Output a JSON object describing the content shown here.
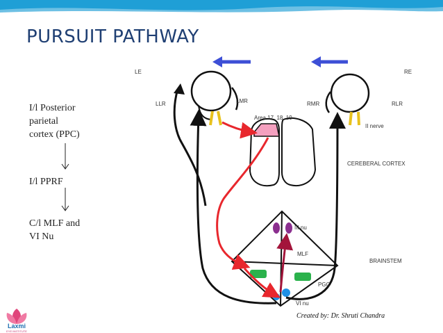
{
  "slide": {
    "title": "PURSUIT PATHWAY",
    "accent_color": "#1f9fd6",
    "title_color": "#1f3f73"
  },
  "flowchart": {
    "steps": [
      "I/l Posterior\nparietal\ncortex (PPC)",
      "I/l PPRF",
      "C/l MLF and\nVI Nu"
    ]
  },
  "diagram": {
    "labels": {
      "le": "LE",
      "re": "RE",
      "llr": "LLR",
      "lmr": "LMR",
      "rmr": "RMR",
      "rlr": "RLR",
      "area": "Area 17, 18, 19",
      "ii_nerve": "II nerve",
      "cortex": "CEREBERAL CORTEX",
      "iii_nu": "III nu",
      "mlf": "MLF",
      "brainstem": "BRAINSTEM",
      "pgc": "PGC",
      "vi_nu": "VI nu"
    },
    "colors": {
      "pathway_red": "#e8272d",
      "area_pink": "#f4a0bf",
      "motion_arrow_blue": "#3d4fd6",
      "nucleus_purple": "#8b2f8f",
      "pgc_green": "#2bb24c",
      "vi_blue": "#1e90e6",
      "optic_yellow": "#e8c21e"
    }
  },
  "footer": {
    "caption": "Created by: Dr. Shruti Chandra",
    "logo_name": "Laxmi",
    "logo_sub": "EYE INSTITUTE"
  }
}
